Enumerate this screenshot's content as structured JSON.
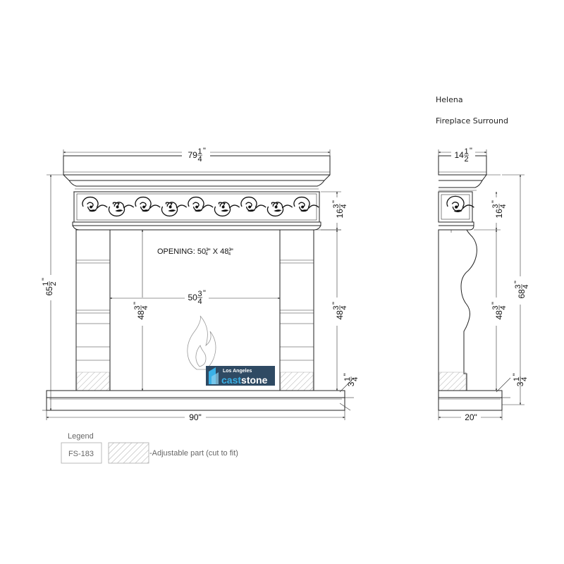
{
  "product": {
    "name": "Helena",
    "category": "Fireplace Surround"
  },
  "front_view": {
    "mantel_width": {
      "whole": "79",
      "num": "1",
      "den": "4",
      "unit": "\""
    },
    "overall_height": {
      "whole": "65",
      "num": "1",
      "den": "2",
      "unit": "\""
    },
    "frieze_height": {
      "whole": "16",
      "num": "3",
      "den": "4",
      "unit": "\""
    },
    "leg_height_left": {
      "whole": "48",
      "num": "3",
      "den": "4",
      "unit": "\""
    },
    "leg_height_right": {
      "whole": "48",
      "num": "3",
      "den": "4",
      "unit": "\""
    },
    "opening_width": {
      "whole": "50",
      "num": "3",
      "den": "4",
      "unit": "\""
    },
    "plinth_height": {
      "whole": "3",
      "num": "1",
      "den": "4",
      "unit": "\""
    },
    "base_width": "90\"",
    "opening_label": {
      "prefix": "OPENING: 50",
      "n1": "3",
      "d1": "4",
      "mid": "\" X 48",
      "n2": "3",
      "d2": "4",
      "end": "\""
    }
  },
  "side_view": {
    "mantel_depth": {
      "whole": "14",
      "num": "1",
      "den": "2",
      "unit": "\""
    },
    "frieze_height": {
      "whole": "16",
      "num": "3",
      "den": "4",
      "unit": "\""
    },
    "leg_height": {
      "whole": "48",
      "num": "3",
      "den": "4",
      "unit": "\""
    },
    "total_height": {
      "whole": "68",
      "num": "3",
      "den": "4",
      "unit": "\""
    },
    "plinth_height": {
      "whole": "3",
      "num": "1",
      "den": "4",
      "unit": "\""
    },
    "base_depth": "20\""
  },
  "logo": {
    "line1": "Los Angeles",
    "line2a": "cast",
    "line2b": "stone"
  },
  "legend": {
    "title": "Legend",
    "code": "FS-183",
    "hatch_description": "-Adjustable part (cut to fit)"
  },
  "colors": {
    "logo_bg": "#2f4a63",
    "logo_accent": "#3ab0e6",
    "line": "#222222"
  }
}
